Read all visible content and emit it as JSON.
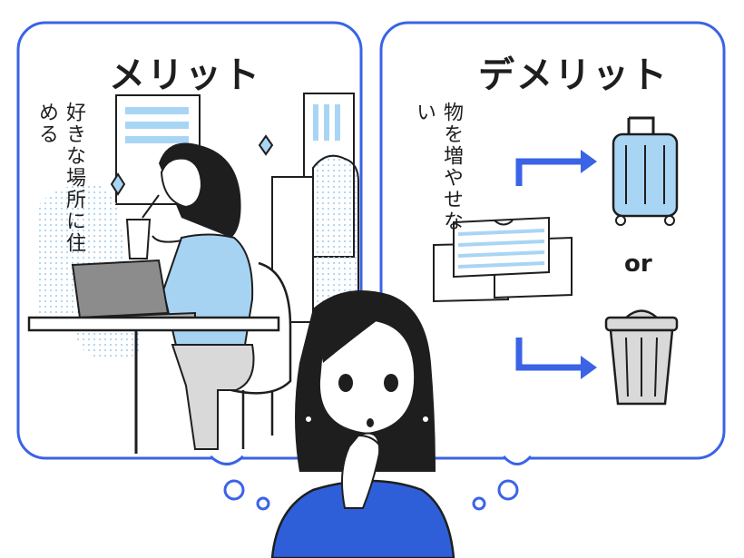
{
  "merit": {
    "title": "メリット",
    "caption": "好きな場所に住める"
  },
  "demerit": {
    "title": "デメリット",
    "caption": "物を増やせない",
    "option_separator": "or"
  },
  "colors": {
    "outline": "#1e1e1e",
    "accent_blue": "#3a63e6",
    "light_blue": "#a9d5f5",
    "sweater_blue": "#a6d3f2",
    "laptop_gray": "#8c8c8c",
    "pale_gray": "#d9d9d9",
    "shirt_blue": "#2f5fd8"
  },
  "icons": [
    "suitcase-icon",
    "trash-can-icon",
    "arrow-right-icon",
    "sparkle-icon"
  ]
}
